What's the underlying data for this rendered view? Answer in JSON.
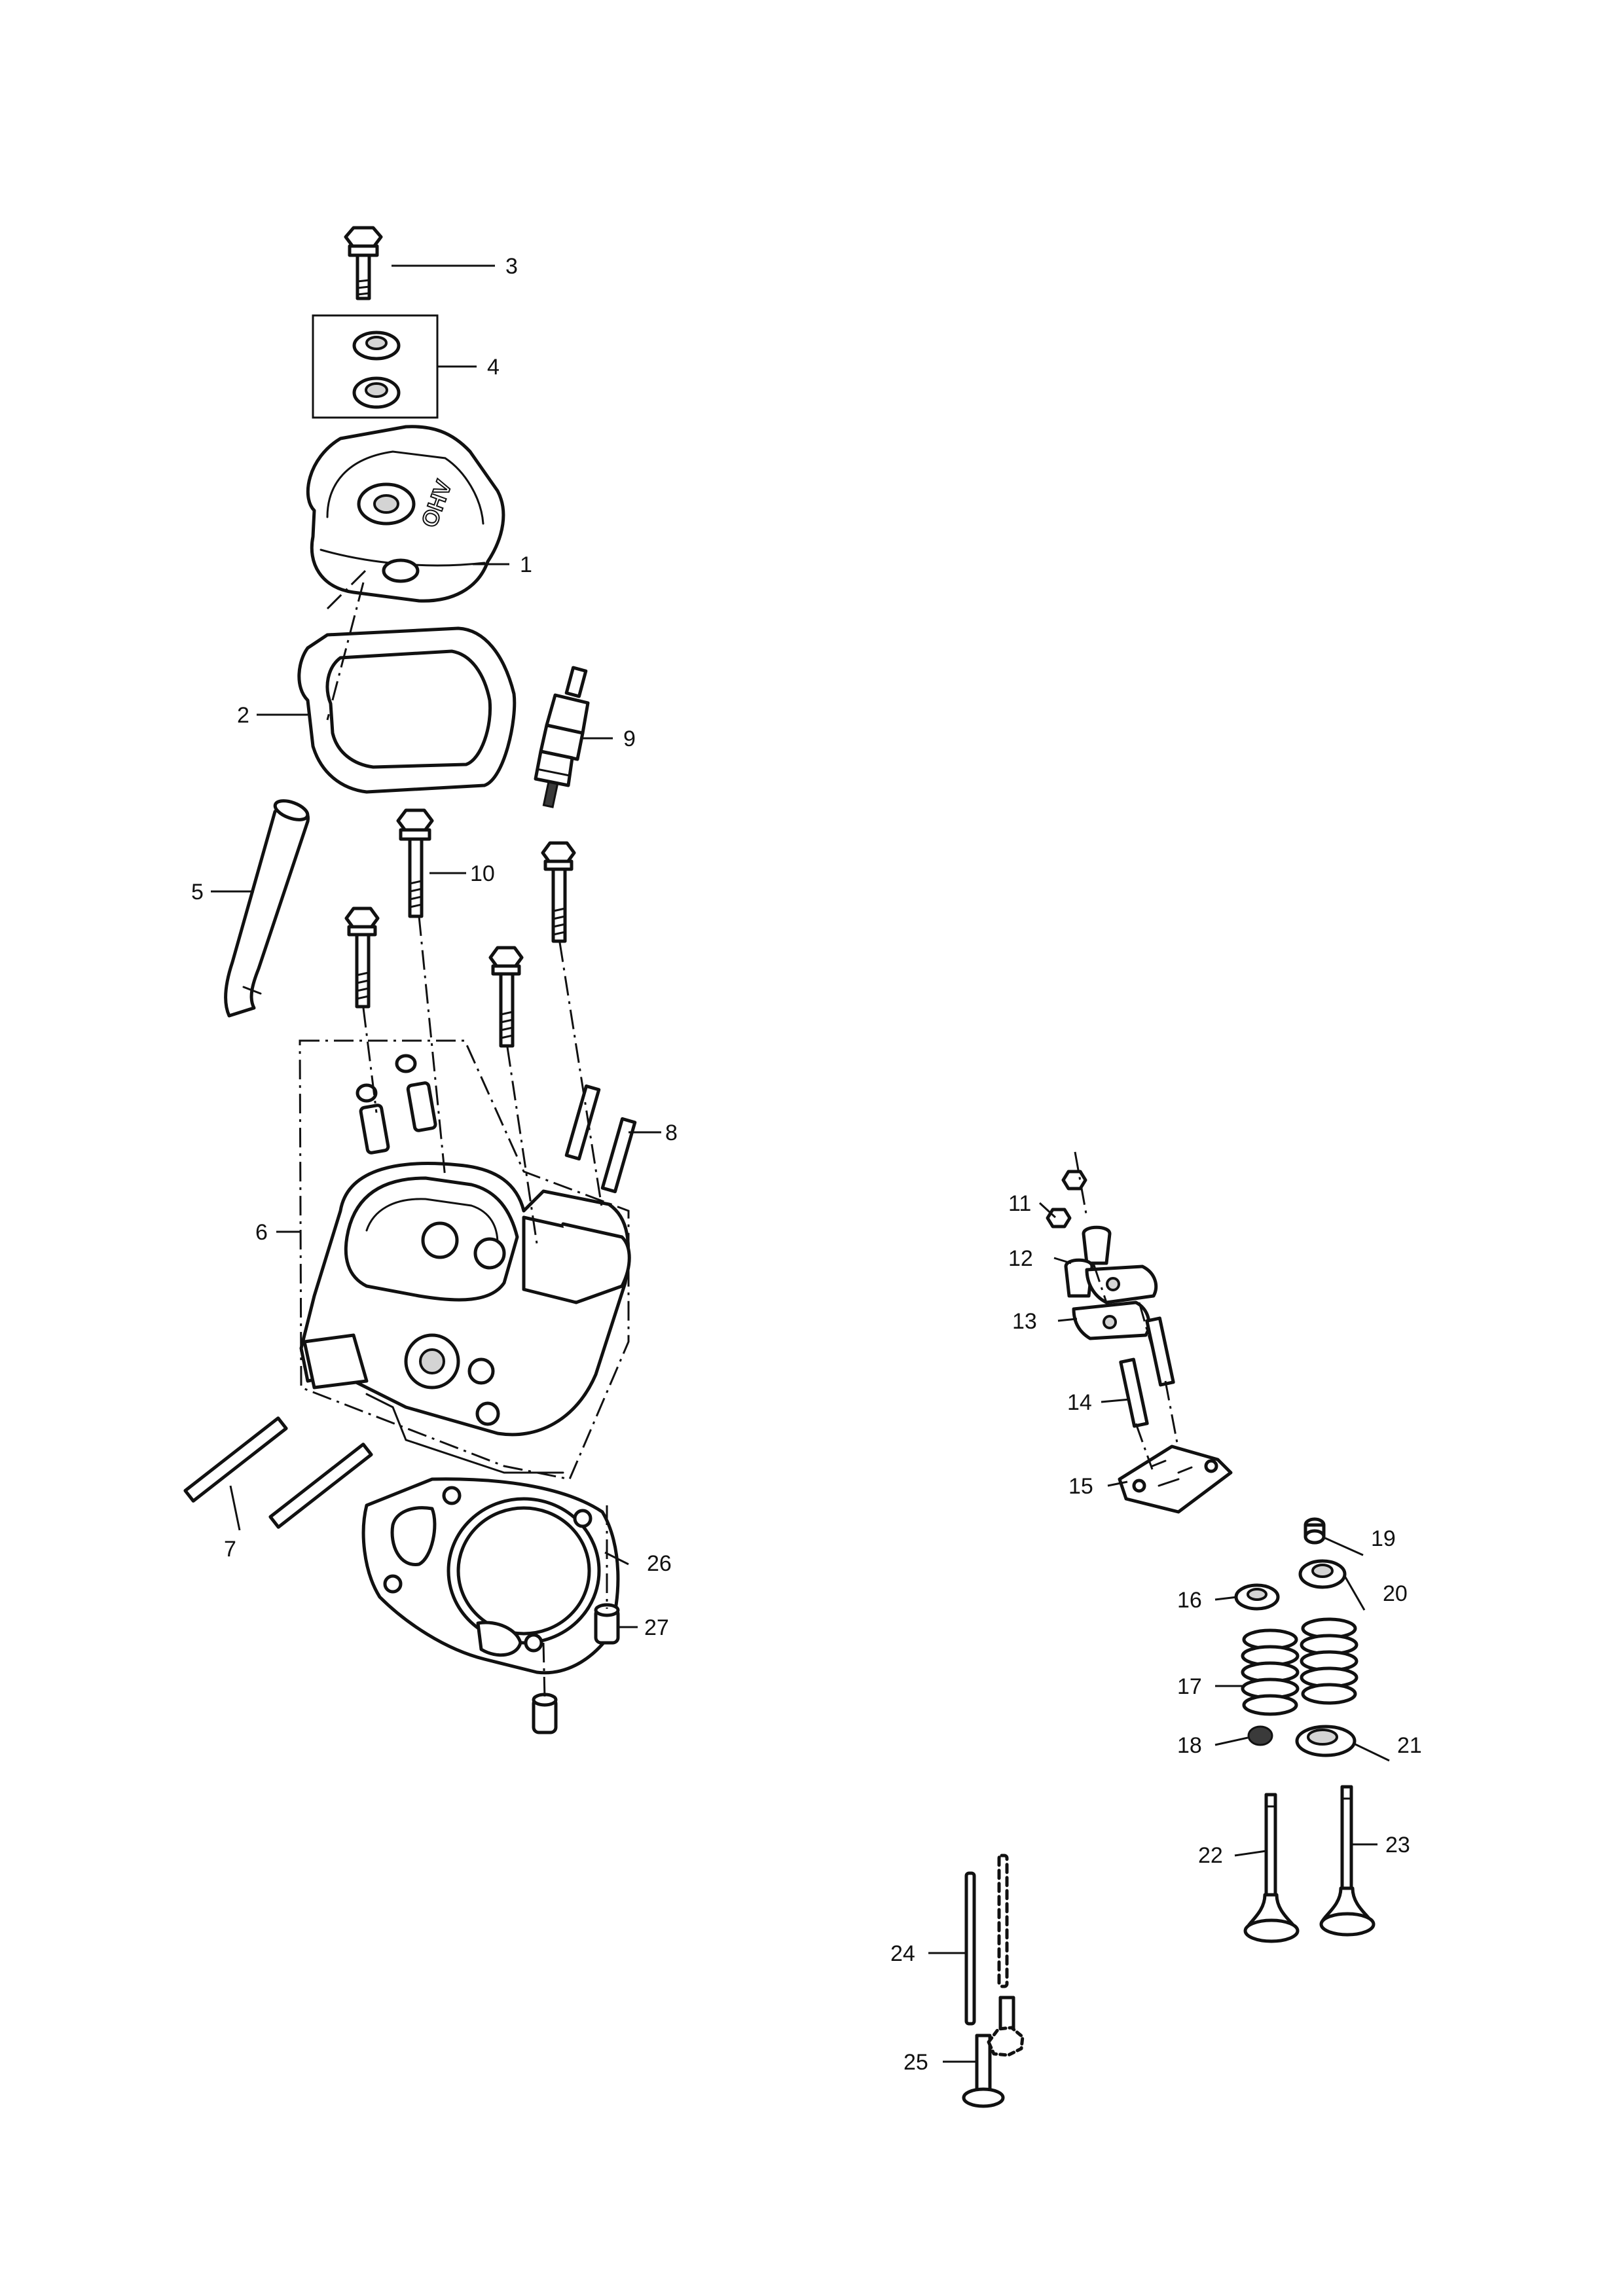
{
  "diagram": {
    "callouts": {
      "c1": "1",
      "c2": "2",
      "c3": "3",
      "c4": "4",
      "c5": "5",
      "c6": "6",
      "c7": "7",
      "c8": "8",
      "c9": "9",
      "c10": "10",
      "c11": "11",
      "c12": "12",
      "c13": "13",
      "c14": "14",
      "c15": "15",
      "c16": "16",
      "c17": "17",
      "c18": "18",
      "c19": "19",
      "c20": "20",
      "c21": "21",
      "c22": "22",
      "c23": "23",
      "c24": "24",
      "c25": "25",
      "c26": "26",
      "c27": "27"
    },
    "cover_marking": "OHV"
  }
}
